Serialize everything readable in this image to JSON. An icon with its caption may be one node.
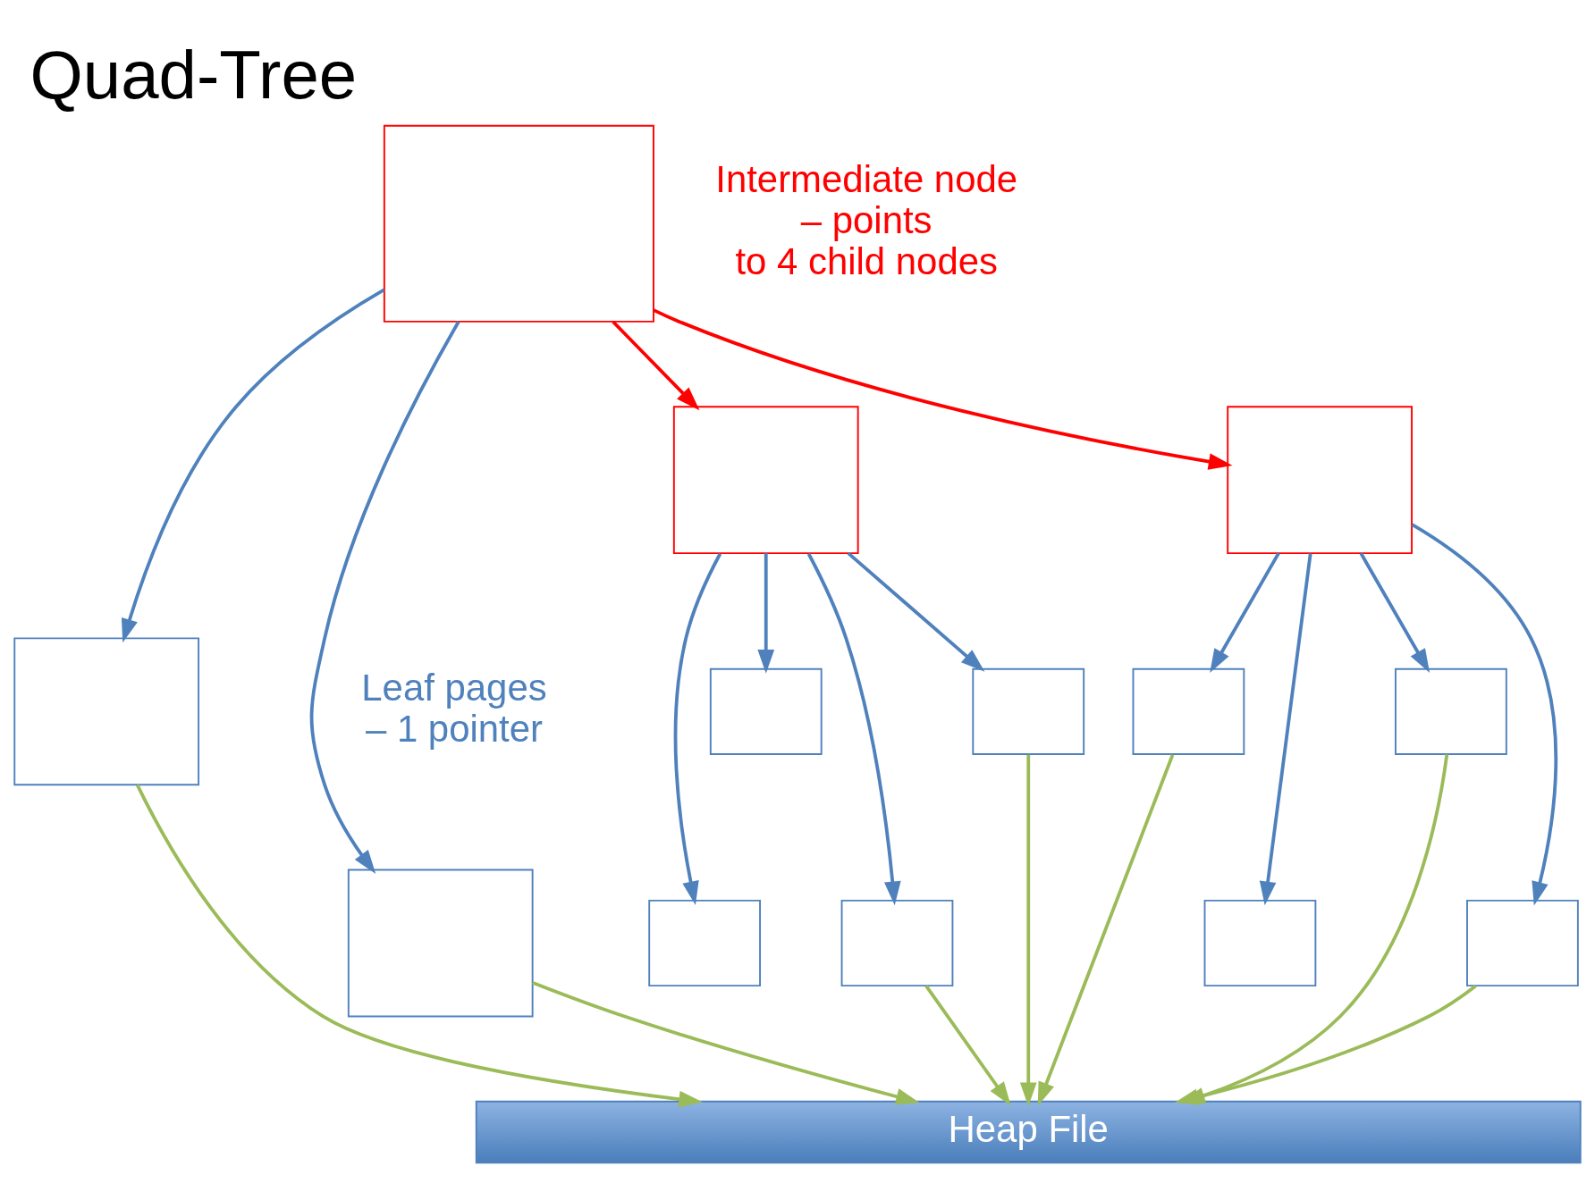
{
  "diagram": {
    "title": "Quad-Tree",
    "nodes": [
      {
        "text": [],
        "shape": "box"
      },
      {
        "text": [],
        "shape": "box"
      },
      {
        "text": [],
        "shape": "box"
      },
      {
        "text": [],
        "shape": "box"
      },
      {
        "text": [],
        "shape": "box"
      },
      {
        "text": [],
        "shape": "box"
      },
      {
        "text": [],
        "shape": "box"
      },
      {
        "text": [],
        "shape": "box"
      },
      {
        "text": [],
        "shape": "box"
      },
      {
        "text": [],
        "shape": "box"
      },
      {
        "text": [],
        "shape": "box"
      },
      {
        "text": [],
        "shape": "box"
      },
      {
        "text": [],
        "shape": "box"
      },
      {
        "text": [
          "Heap File"
        ]
      }
    ],
    "edges": [
      {
        "from": 0,
        "to": 1,
        "arrow": "to",
        "color": "#ff0000"
      },
      {
        "from": 0,
        "to": 2,
        "arrow": "to"
      },
      {
        "from": 0,
        "to": 3,
        "arrow": "to"
      },
      {
        "from": 0,
        "to": 4,
        "arrow": "to",
        "color": "#ff0000"
      },
      {
        "from": 1,
        "to": 5,
        "arrow": "to"
      },
      {
        "from": 1,
        "to": 7,
        "arrow": "to"
      },
      {
        "from": 1,
        "to": 6,
        "arrow": "to"
      },
      {
        "from": 1,
        "to": 8,
        "arrow": "to"
      },
      {
        "from": 4,
        "to": 9,
        "arrow": "to"
      },
      {
        "from": 4,
        "to": 11,
        "arrow": "to"
      },
      {
        "from": 4,
        "to": 10,
        "arrow": "to"
      },
      {
        "from": 4,
        "to": 12,
        "arrow": "to"
      },
      {
        "from": 6,
        "to": 13,
        "arrow": "to",
        "color": "#9bbb59"
      },
      {
        "from": 8,
        "to": 13,
        "arrow": "to",
        "color": "#9bbb59"
      },
      {
        "from": 2,
        "to": 13,
        "arrow": "to",
        "color": "#9bbb59"
      },
      {
        "from": 3,
        "to": 13,
        "arrow": "to",
        "color": "#9bbb59"
      },
      {
        "from": 12,
        "to": 13,
        "arrow": "to",
        "color": "#9bbb59"
      },
      {
        "from": 9,
        "to": 13,
        "arrow": "to",
        "color": "#9bbb59"
      },
      {
        "from": 10,
        "to": 13,
        "arrow": "to",
        "color": "#9bbb59"
      }
    ],
    "labels": [
      "Intermediate node – points to 4 child nodes",
      "Leaf pages – 1 pointer"
    ]
  }
}
